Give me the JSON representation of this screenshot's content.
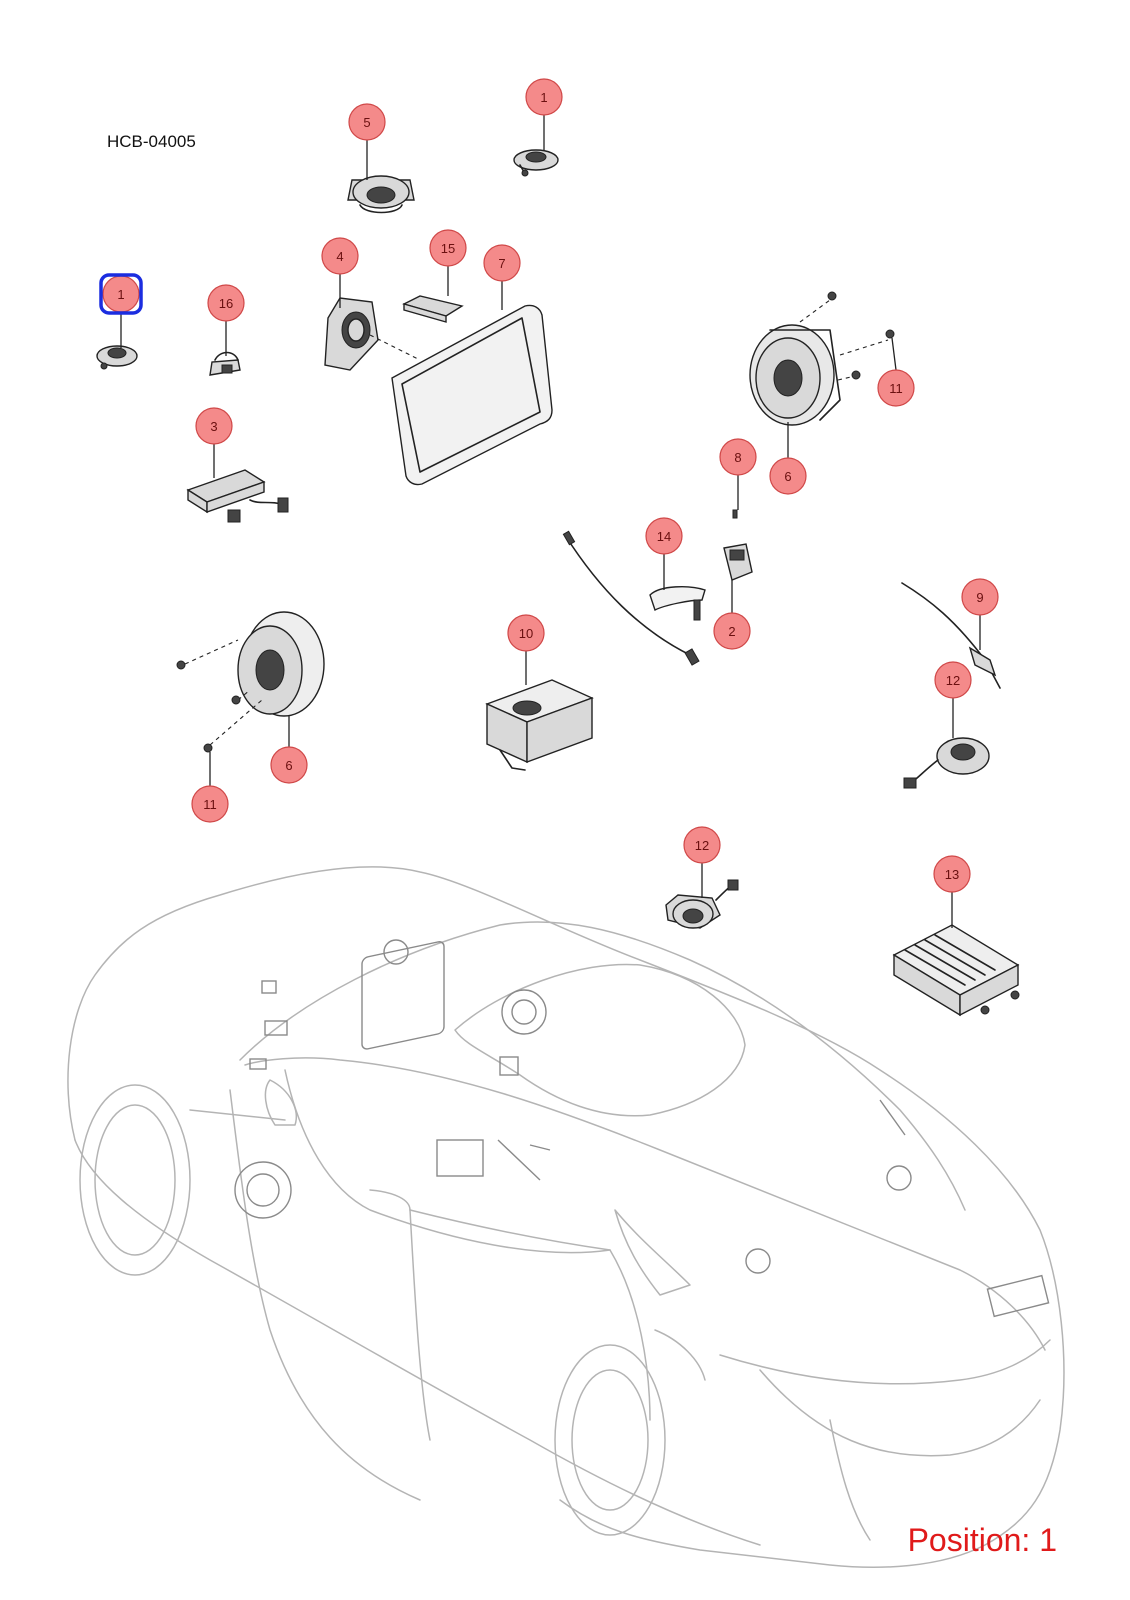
{
  "document_code": "HCB-04005",
  "position_label": "Position: 1",
  "colors": {
    "callout_fill": "#f48a8a",
    "callout_stroke": "#d04848",
    "selection": "#1b2de0",
    "position_text": "#e01a1a"
  },
  "callouts": [
    {
      "id": "c1-top",
      "num": "1"
    },
    {
      "id": "c5",
      "num": "5"
    },
    {
      "id": "c1-left",
      "num": "1",
      "selected": true
    },
    {
      "id": "c16",
      "num": "16"
    },
    {
      "id": "c4",
      "num": "4"
    },
    {
      "id": "c15",
      "num": "15"
    },
    {
      "id": "c7",
      "num": "7"
    },
    {
      "id": "c11-right",
      "num": "11"
    },
    {
      "id": "c6-right",
      "num": "6"
    },
    {
      "id": "c3",
      "num": "3"
    },
    {
      "id": "c8",
      "num": "8"
    },
    {
      "id": "c14",
      "num": "14"
    },
    {
      "id": "c2",
      "num": "2"
    },
    {
      "id": "c9",
      "num": "9"
    },
    {
      "id": "c10",
      "num": "10"
    },
    {
      "id": "c12-right",
      "num": "12"
    },
    {
      "id": "c6-left",
      "num": "6"
    },
    {
      "id": "c11-left",
      "num": "11"
    },
    {
      "id": "c12-center",
      "num": "12"
    },
    {
      "id": "c13",
      "num": "13"
    }
  ]
}
